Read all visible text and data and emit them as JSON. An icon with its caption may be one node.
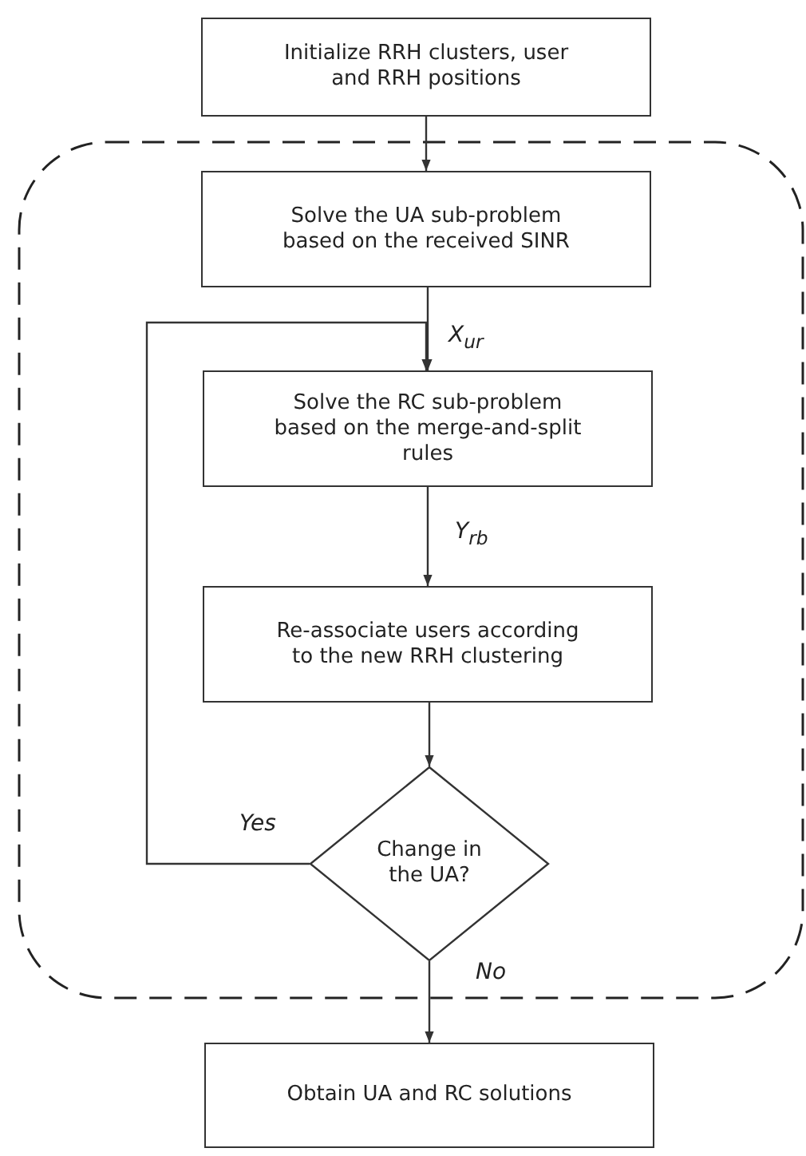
{
  "diagram": {
    "nodes": [
      {
        "text": [
          "Initialize RRH clusters, user and RRH positions"
        ]
      },
      {
        "text": [],
        "shape": "box"
      },
      {
        "text": [
          "Solve the UA sub-problem based on the received SINR"
        ],
        "in": 1
      },
      {
        "text": [
          "Solve the RC sub-problem based on the merge-and-split rules"
        ],
        "in": 1
      },
      {
        "text": [
          "Re-associate users according to the new RRH clustering"
        ],
        "in": 1
      },
      {
        "text": [
          "Change in the UA?"
        ],
        "in": 1
      },
      {
        "text": [
          "Obtain UA and RC solutions"
        ]
      }
    ],
    "edges": [
      {
        "from": 0,
        "to": 2,
        "arrow": "to"
      },
      {
        "from": 2,
        "to": 3,
        "arrow": "to",
        "label": "X$_{ur}$"
      },
      {
        "from": 3,
        "to": 4,
        "arrow": "to",
        "label": "Y$_{rb}$"
      },
      {
        "from": 4,
        "to": 5,
        "arrow": "to"
      },
      {
        "from": 5,
        "to": 3,
        "arrow": "to",
        "label": "Yes"
      },
      {
        "from": 5,
        "to": 6,
        "arrow": "to",
        "label": "No"
      }
    ]
  }
}
